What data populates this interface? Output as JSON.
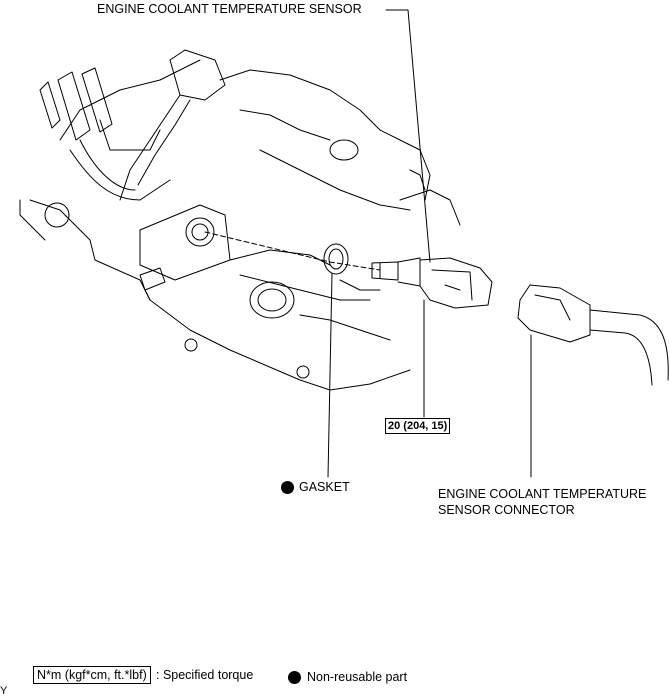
{
  "labels": {
    "sensor": "ENGINE COOLANT TEMPERATURE SENSOR",
    "gasket": "GASKET",
    "connector_line1": "ENGINE COOLANT TEMPERATURE",
    "connector_line2": "SENSOR CONNECTOR",
    "torque_value": "20 (204, 15)"
  },
  "legend": {
    "torque_units": "N*m (kgf*cm, ft.*lbf)",
    "torque_text": ": Specified torque",
    "nonreusable_text": "Non-reusable part"
  },
  "corner_mark": "Y",
  "icons": {
    "nonreusable_marker": "filled-circle-icon"
  }
}
